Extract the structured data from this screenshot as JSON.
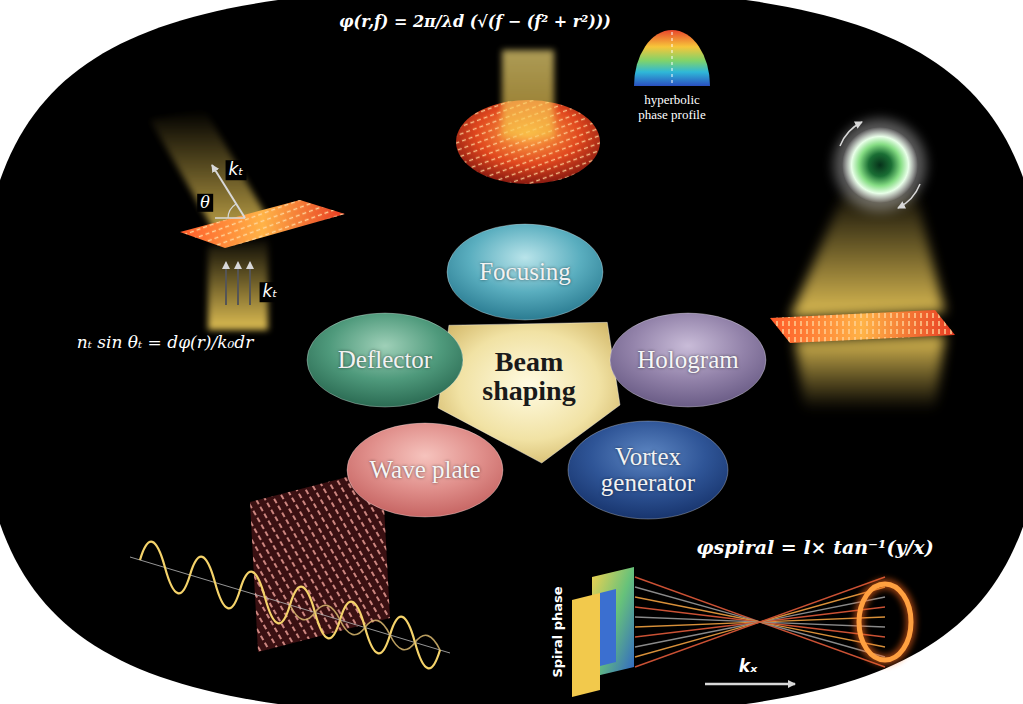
{
  "diagram": {
    "nodes": [
      {
        "text": [
          "Focusing"
        ]
      },
      {
        "text": [
          "Deflector"
        ]
      },
      {
        "text": [
          "Beam shaping"
        ]
      },
      {
        "text": [
          "Hologram"
        ]
      },
      {
        "text": [
          "Wave plate"
        ]
      },
      {
        "text": [
          "Vortex generator"
        ]
      }
    ],
    "labels": [
      "φ(r,f) = 2π/λd (√(f − (f² + r²)))",
      "hyperbolic phase profile",
      "kₜ",
      "θ",
      "kₜ",
      "nₜ sin θₜ = dφ(r)/k₀dr",
      "φspiral = l× tan⁻¹(y/x)",
      "Spiral phase",
      "kₓ"
    ]
  }
}
